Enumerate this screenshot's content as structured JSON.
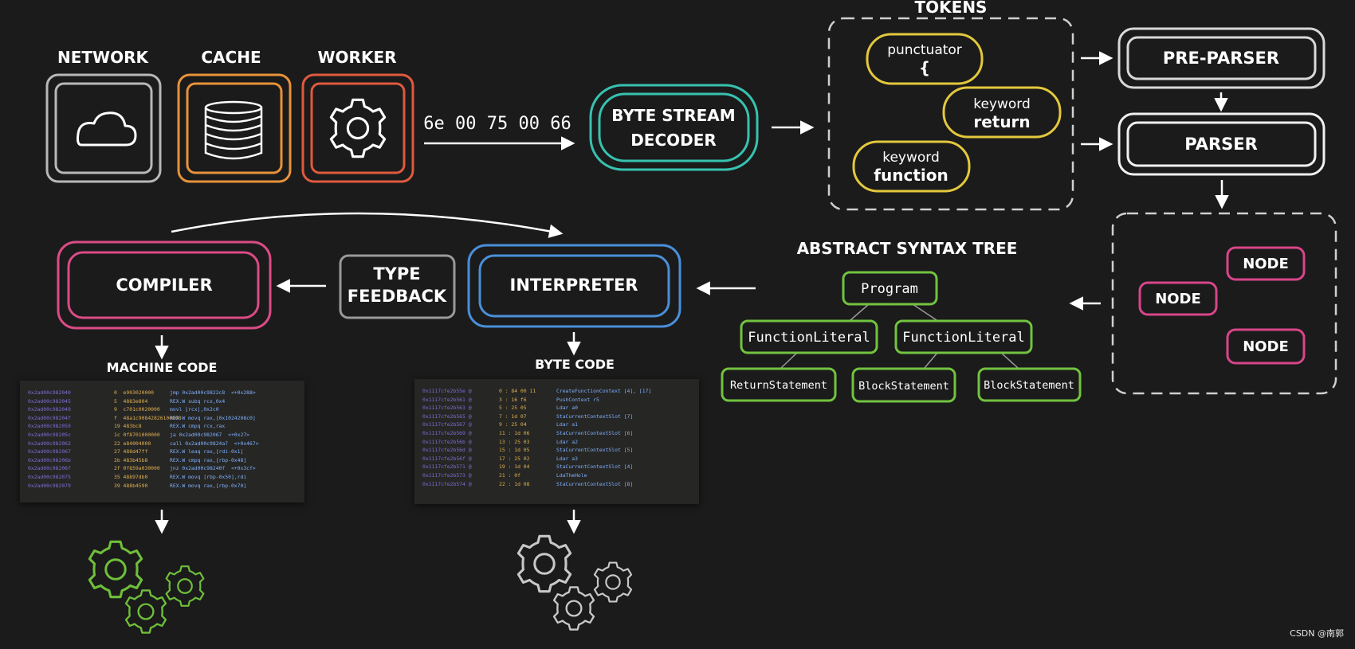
{
  "sources": {
    "network": "NETWORK",
    "cache": "CACHE",
    "worker": "WORKER"
  },
  "bytes": "6e 00 75 00 66",
  "decoder": {
    "line1": "BYTE STREAM",
    "line2": "DECODER"
  },
  "tokens": {
    "title": "TOKENS",
    "punctuator": {
      "type": "punctuator",
      "value": "{"
    },
    "return": {
      "type": "keyword",
      "value": "return"
    },
    "function": {
      "type": "keyword",
      "value": "function"
    }
  },
  "preparser": "PRE-PARSER",
  "parser": "PARSER",
  "nodes": [
    "NODE",
    "NODE",
    "NODE"
  ],
  "ast": {
    "title": "ABSTRACT SYNTAX TREE",
    "program": "Program",
    "func1": "FunctionLiteral",
    "func2": "FunctionLiteral",
    "ret": "ReturnStatement",
    "block1": "BlockStatement",
    "block2": "BlockStatement"
  },
  "interpreter": "INTERPRETER",
  "type_feedback": {
    "line1": "TYPE",
    "line2": "FEEDBACK"
  },
  "compiler": "COMPILER",
  "machine_code": {
    "label": "MACHINE CODE",
    "lines": [
      [
        "0x2ad00c982040",
        "0  e903020000",
        "jmp 0x2ad00c9822c8  <+0x288>"
      ],
      [
        "0x2ad00c982045",
        "5  4883e804",
        "REX.W subq rcx,0x4"
      ],
      [
        "0x2ad00c982049",
        "9  c701c0020000",
        "movl [rcx],0x2c0"
      ],
      [
        "0x2ad00c98204f",
        "f  48a1c90842826100000",
        "REX.W movq rax,[0x1024208c0]"
      ],
      [
        "0x2ad00c982059",
        "19 483bc8",
        "REX.W cmpq rcx,rax"
      ],
      [
        "0x2ad00c98205c",
        "1c 0f8701000000",
        "ja 0x2ad00c982067  <+0x27>"
      ],
      [
        "0x2ad00c982062",
        "22 e84004000",
        "call 0x2ad00c9824a7  <+0x467>"
      ],
      [
        "0x2ad00c982067",
        "27 488d47ff",
        "REX.W leaq rax,[rdi-0x1]"
      ],
      [
        "0x2ad00c98206b",
        "2b 483b45b8",
        "REX.W cmpq rax,[rbp-0x48]"
      ],
      [
        "0x2ad00c98206f",
        "2f 0f859a030000",
        "jnz 0x2ad00c98240f  <+0x3cf>"
      ],
      [
        "0x2ad00c982075",
        "35 48897db0",
        "REX.W movq [rbp-0x50],rdi"
      ],
      [
        "0x2ad00c982079",
        "39 488b4590",
        "REX.W movq rax,[rbp-0x70]"
      ]
    ]
  },
  "byte_code": {
    "label": "BYTE CODE",
    "lines": [
      [
        "0x1117cfe2b55e @",
        "0 : 84 00 11",
        "CreateFunctionContext [4], [17]"
      ],
      [
        "0x1117cfe2b561 @",
        "3 : 16 f6",
        "PushContext r5"
      ],
      [
        "0x1117cfe2b563 @",
        "5 : 25 05",
        "Ldar a0"
      ],
      [
        "0x1117cfe2b565 @",
        "7 : 1d 07",
        "StaCurrentContextSlot [7]"
      ],
      [
        "0x1117cfe2b567 @",
        "9 : 25 04",
        "Ldar a1"
      ],
      [
        "0x1117cfe2b569 @",
        "11 : 1d 06",
        "StaCurrentContextSlot [6]"
      ],
      [
        "0x1117cfe2b56b @",
        "13 : 25 03",
        "Ldar a2"
      ],
      [
        "0x1117cfe2b56d @",
        "15 : 1d 05",
        "StaCurrentContextSlot [5]"
      ],
      [
        "0x1117cfe2b56f @",
        "17 : 25 02",
        "Ldar a3"
      ],
      [
        "0x1117cfe2b571 @",
        "19 : 1d 04",
        "StaCurrentContextSlot [4]"
      ],
      [
        "0x1117cfe2b573 @",
        "21 : 0f",
        "LdaTheHole"
      ],
      [
        "0x1117cfe2b574 @",
        "22 : 1d 08",
        "StaCurrentContextSlot [8]"
      ]
    ]
  },
  "credit": "CSDN @南郭",
  "colors": {
    "background": "#1b1b1b",
    "network": "#b8b8b8",
    "cache": "#e8923a",
    "worker": "#e05a3e",
    "decoder": "#37c2b0",
    "token": "#e3c83c",
    "parser": "#d8d8d8",
    "node": "#d8458a",
    "ast": "#72c33f",
    "interpreter": "#4a8fd8",
    "compiler": "#dc4b86",
    "feedback": "#9a9a9a",
    "gear_machine": "#6fbf3a",
    "gear_byte": "#c8c8c8"
  }
}
